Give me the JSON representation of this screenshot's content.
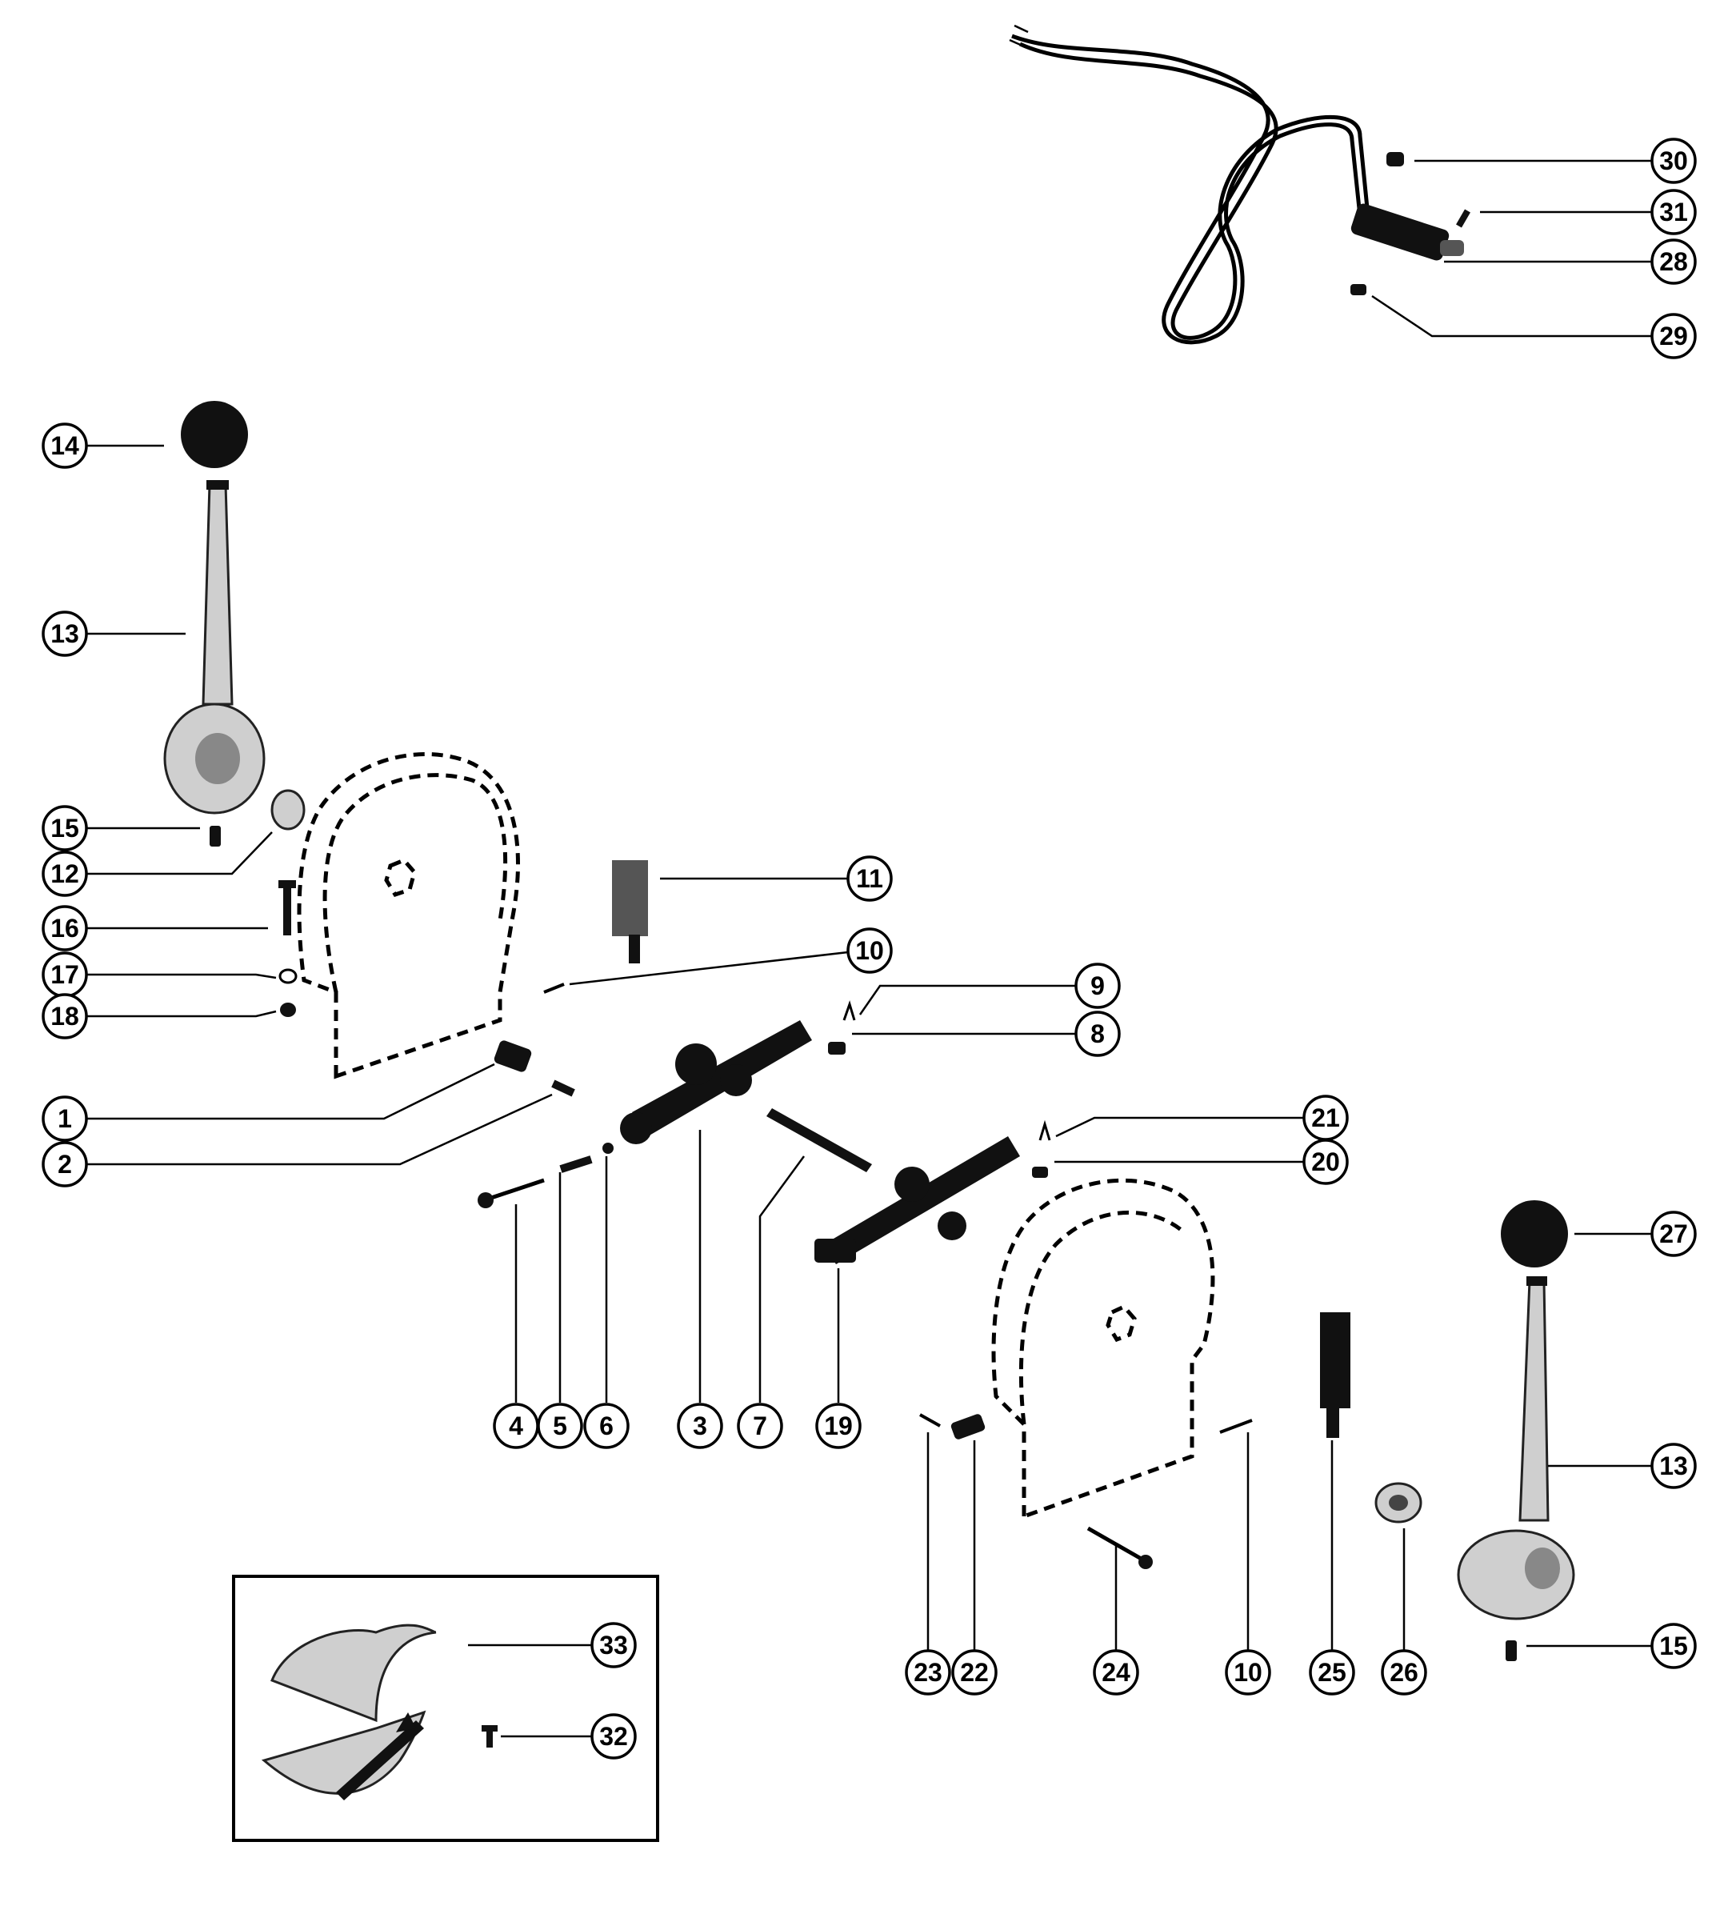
{
  "diagram": {
    "callouts": [
      {
        "id": "c30",
        "label": "30"
      },
      {
        "id": "c31",
        "label": "31"
      },
      {
        "id": "c28",
        "label": "28"
      },
      {
        "id": "c29",
        "label": "29"
      },
      {
        "id": "c14",
        "label": "14"
      },
      {
        "id": "c13a",
        "label": "13"
      },
      {
        "id": "c15a",
        "label": "15"
      },
      {
        "id": "c12",
        "label": "12"
      },
      {
        "id": "c16",
        "label": "16"
      },
      {
        "id": "c17",
        "label": "17"
      },
      {
        "id": "c18",
        "label": "18"
      },
      {
        "id": "c11",
        "label": "11"
      },
      {
        "id": "c10a",
        "label": "10"
      },
      {
        "id": "c9",
        "label": "9"
      },
      {
        "id": "c8",
        "label": "8"
      },
      {
        "id": "c1",
        "label": "1"
      },
      {
        "id": "c2",
        "label": "2"
      },
      {
        "id": "c21",
        "label": "21"
      },
      {
        "id": "c20",
        "label": "20"
      },
      {
        "id": "c27",
        "label": "27"
      },
      {
        "id": "c4",
        "label": "4"
      },
      {
        "id": "c5",
        "label": "5"
      },
      {
        "id": "c6",
        "label": "6"
      },
      {
        "id": "c3",
        "label": "3"
      },
      {
        "id": "c7",
        "label": "7"
      },
      {
        "id": "c19",
        "label": "19"
      },
      {
        "id": "c13b",
        "label": "13"
      },
      {
        "id": "c23",
        "label": "23"
      },
      {
        "id": "c22",
        "label": "22"
      },
      {
        "id": "c24",
        "label": "24"
      },
      {
        "id": "c10b",
        "label": "10"
      },
      {
        "id": "c25",
        "label": "25"
      },
      {
        "id": "c26",
        "label": "26"
      },
      {
        "id": "c15b",
        "label": "15"
      },
      {
        "id": "c33",
        "label": "33"
      },
      {
        "id": "c32",
        "label": "32"
      }
    ]
  }
}
